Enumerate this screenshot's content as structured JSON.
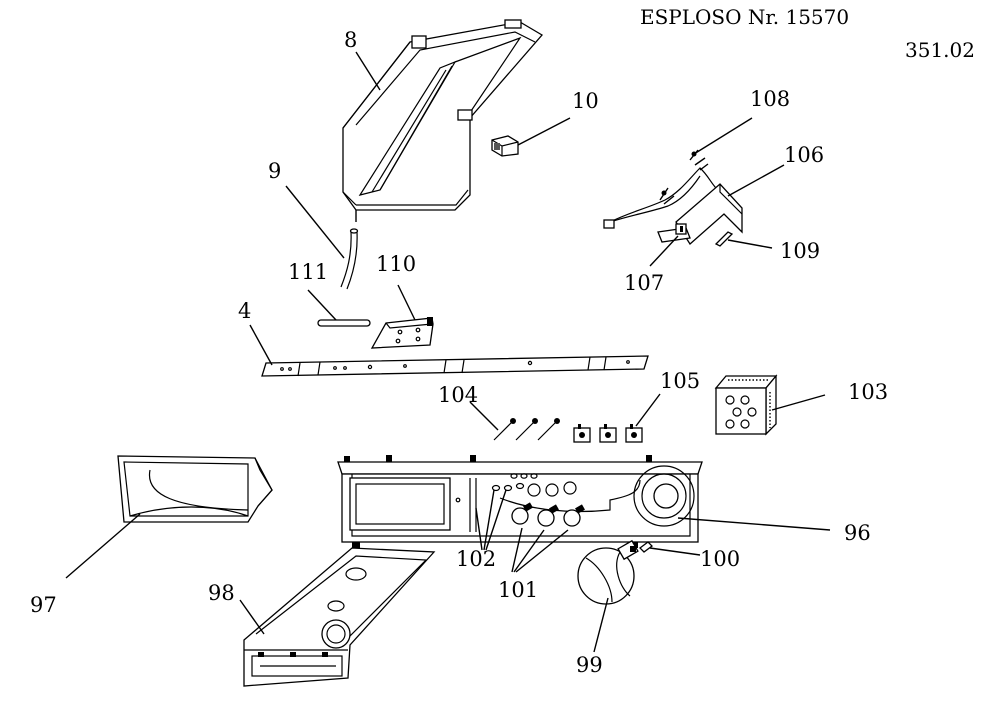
{
  "header": {
    "title": "ESPLOSO  Nr. 15570",
    "code": "351.02"
  },
  "parts": {
    "p4": "4",
    "p8": "8",
    "p9": "9",
    "p10": "10",
    "p96": "96",
    "p97": "97",
    "p98": "98",
    "p99": "99",
    "p100": "100",
    "p101": "101",
    "p102": "102",
    "p103": "103",
    "p104": "104",
    "p105": "105",
    "p106": "106",
    "p107": "107",
    "p108": "108",
    "p109": "109",
    "p110": "110",
    "p111": "111"
  }
}
